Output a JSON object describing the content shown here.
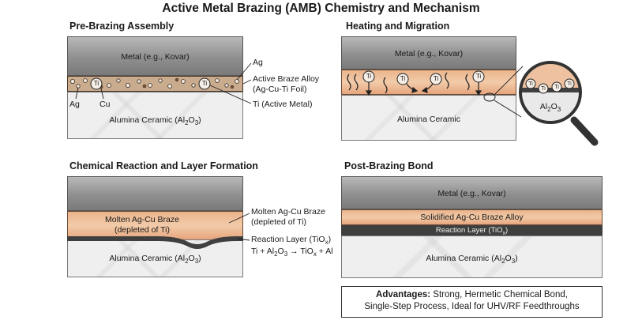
{
  "title": "Active Metal Brazing (AMB) Chemistry and Mechanism",
  "panel1": {
    "title": "Pre-Brazing Assembly",
    "metal": "Metal (e.g., Kovar)",
    "ceramic_main": "Alumina Ceramic (Al",
    "ceramic_sub": "2",
    "ceramic_main2": "O",
    "ceramic_sub2": "3",
    "ceramic_end": ")",
    "label_ag_top": "Ag",
    "label_foil_1": "Active Braze Alloy",
    "label_foil_2": "(Ag-Cu-Ti Foil)",
    "label_ti": "Ti (Active Metal)",
    "label_ag_bottom": "Ag",
    "label_cu": "Cu",
    "ti_marker": "Ti"
  },
  "panel2": {
    "title": "Heating and Migration",
    "metal": "Metal (e.g., Kovar)",
    "ceramic": "Alumina Ceramic",
    "ti_marker": "Ti",
    "lens_ceramic_main": "Al",
    "lens_ceramic_sub1": "2",
    "lens_ceramic_mid": "O",
    "lens_ceramic_sub2": "3"
  },
  "panel3": {
    "title": "Chemical Reaction and Layer Formation",
    "braze_1": "Molten Ag-Cu Braze",
    "braze_2": "(depleted of Ti)",
    "label_braze_1": "Molten Ag-Cu Braze",
    "label_braze_2": "(depleted of Ti)",
    "label_react": "Reaction Layer (TiO",
    "label_react_sub": "x",
    "label_react_end": ")",
    "eq_a": "Ti + Al",
    "eq_sub1": "2",
    "eq_b": "O",
    "eq_sub2": "3",
    "eq_c": " → TiO",
    "eq_sub3": "x",
    "eq_d": " + Al",
    "ceramic_main": "Alumina Ceramic (Al",
    "ceramic_sub": "2",
    "ceramic_main2": "O",
    "ceramic_sub2": "3",
    "ceramic_end": ")"
  },
  "panel4": {
    "title": "Post-Brazing Bond",
    "metal": "Metal (e.g., Kovar)",
    "braze": "Solidified Ag-Cu Braze Alloy",
    "react_main": "Reaction Layer (TiO",
    "react_sub": "x",
    "react_end": ")",
    "ceramic_main": "Alumina Ceramic (Al",
    "ceramic_sub": "2",
    "ceramic_main2": "O",
    "ceramic_sub2": "3",
    "ceramic_end": ")",
    "adv_bold": "Advantages:",
    "adv_1": " Strong, Hermetic Chemical Bond,",
    "adv_2": "Single-Step Process, Ideal for UHV/RF Feedthroughs"
  }
}
